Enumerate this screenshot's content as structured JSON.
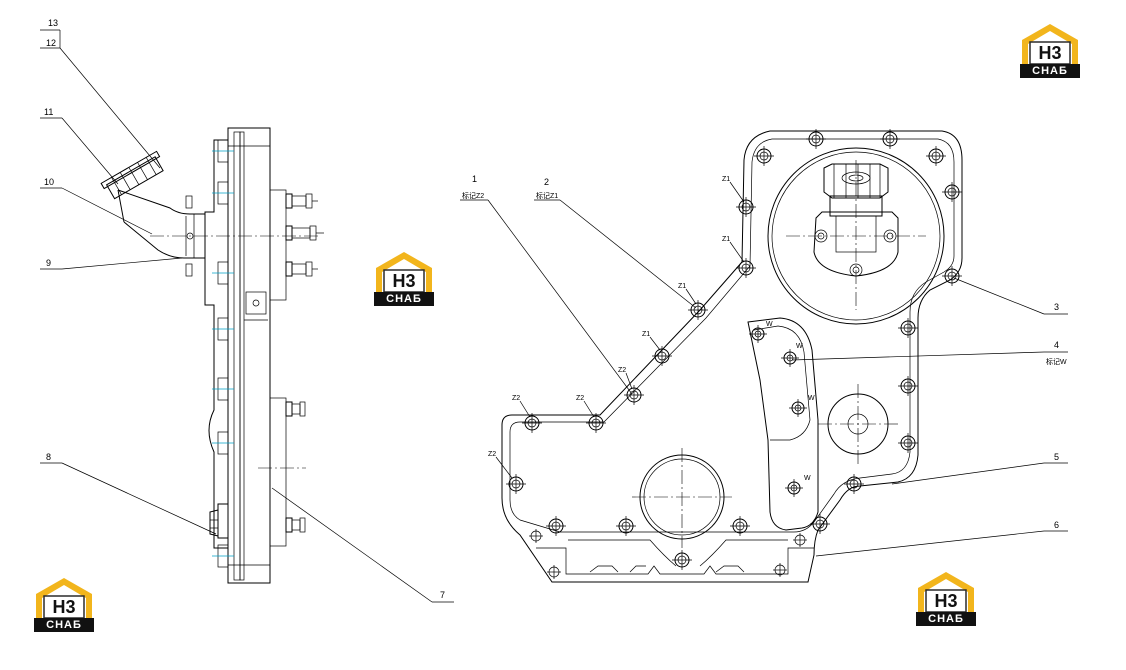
{
  "callouts": {
    "c1": "1",
    "c1_sub": "标记Z2",
    "c2": "2",
    "c2_sub": "标记Z1",
    "c3": "3",
    "c4": "4",
    "c4_sub": "标记W",
    "c5": "5",
    "c6": "6",
    "c7": "7",
    "c8": "8",
    "c9": "9",
    "c10": "10",
    "c11": "11",
    "c12": "12",
    "c13": "13"
  },
  "marks": {
    "z1": "Z1",
    "z2": "Z2",
    "w": "W"
  },
  "logo": {
    "letters": "H3",
    "word": "CHAБ",
    "colors": {
      "accent": "#f2b51c",
      "dark": "#111111",
      "frame": "#2b2b2b"
    }
  }
}
